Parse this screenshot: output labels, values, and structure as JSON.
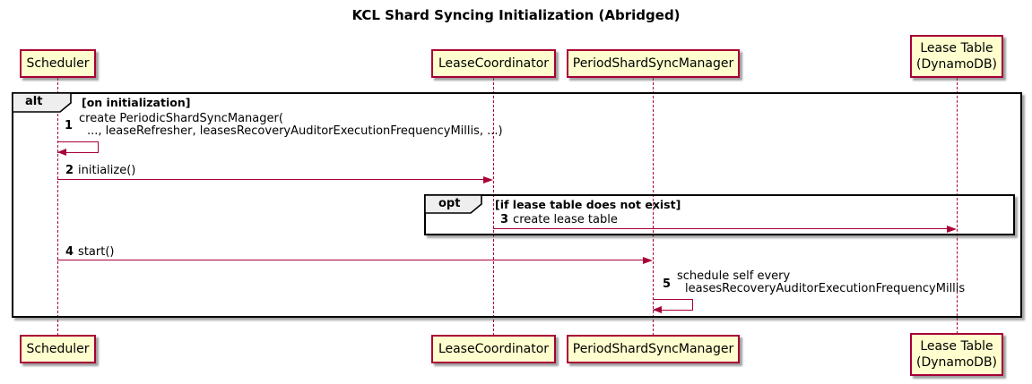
{
  "title": "KCL Shard Syncing Initialization (Abridged)",
  "colors": {
    "participant_fill": "#FEFECE",
    "participant_border": "#A80036",
    "arrow": "#A80036",
    "frame_border": "#000000",
    "label_fill": "#EEEEEE"
  },
  "participants": [
    {
      "lines": [
        "Scheduler"
      ]
    },
    {
      "lines": [
        "LeaseCoordinator"
      ]
    },
    {
      "lines": [
        "PeriodShardSyncManager"
      ]
    },
    {
      "lines": [
        "Lease Table",
        "(DynamoDB)"
      ]
    }
  ],
  "frames": {
    "alt": {
      "label": "alt",
      "condition": "[on initialization]"
    },
    "opt": {
      "label": "opt",
      "condition": "[if lease table does not exist]"
    }
  },
  "messages": [
    {
      "num": "1",
      "line1": "create PeriodicShardSyncManager(",
      "line2": "..., leaseRefresher, leasesRecoveryAuditorExecutionFrequencyMillis, ...)"
    },
    {
      "num": "2",
      "text": "initialize()"
    },
    {
      "num": "3",
      "text": "create lease table"
    },
    {
      "num": "4",
      "text": "start()"
    },
    {
      "num": "5",
      "line1": "schedule self every",
      "line2": "leasesRecoveryAuditorExecutionFrequencyMillis"
    }
  ]
}
